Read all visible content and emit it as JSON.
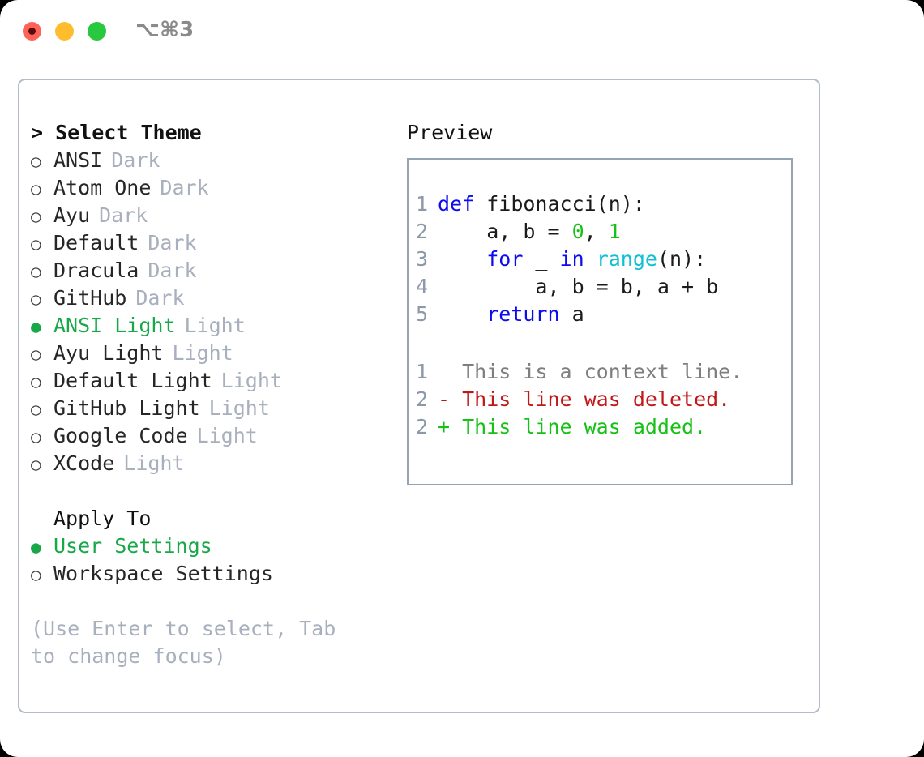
{
  "window": {
    "shortcut": "⌥⌘3",
    "traffic_lights": [
      {
        "name": "close",
        "color": "#ff6259"
      },
      {
        "name": "minimize",
        "color": "#ffbd2e"
      },
      {
        "name": "maximize",
        "color": "#28c840"
      }
    ]
  },
  "colors": {
    "accent_green": "#18a84a",
    "muted": "#a8b0bd",
    "border": "#b3bcc8",
    "preview_border": "#96a3b2",
    "keyword_blue": "#0b0bf0",
    "function_cyan": "#0fc0d6",
    "number_green": "#16c116",
    "diff_added": "#16c116",
    "diff_deleted": "#c01818",
    "diff_context": "#7e7e7e",
    "lineno": "#8d99a8"
  },
  "theme_panel": {
    "heading": "> Select Theme",
    "options": [
      {
        "marker": "○",
        "selected": false,
        "label": "ANSI",
        "badge": "Dark"
      },
      {
        "marker": "○",
        "selected": false,
        "label": "Atom One",
        "badge": "Dark"
      },
      {
        "marker": "○",
        "selected": false,
        "label": "Ayu",
        "badge": "Dark"
      },
      {
        "marker": "○",
        "selected": false,
        "label": "Default",
        "badge": "Dark"
      },
      {
        "marker": "○",
        "selected": false,
        "label": "Dracula",
        "badge": "Dark"
      },
      {
        "marker": "○",
        "selected": false,
        "label": "GitHub",
        "badge": "Dark"
      },
      {
        "marker": "●",
        "selected": true,
        "label": "ANSI Light",
        "badge": "Light"
      },
      {
        "marker": "○",
        "selected": false,
        "label": "Ayu Light",
        "badge": "Light"
      },
      {
        "marker": "○",
        "selected": false,
        "label": "Default Light",
        "badge": "Light"
      },
      {
        "marker": "○",
        "selected": false,
        "label": "GitHub Light",
        "badge": "Light"
      },
      {
        "marker": "○",
        "selected": false,
        "label": "Google Code",
        "badge": "Light"
      },
      {
        "marker": "○",
        "selected": false,
        "label": "XCode",
        "badge": "Light"
      }
    ]
  },
  "apply_to": {
    "heading": "Apply To",
    "options": [
      {
        "marker": "●",
        "selected": true,
        "label": "User Settings"
      },
      {
        "marker": "○",
        "selected": false,
        "label": "Workspace Settings"
      }
    ]
  },
  "help_text": "(Use Enter to select, Tab to change focus)",
  "preview": {
    "heading": "Preview",
    "code_lines": [
      {
        "number": "1",
        "tokens": [
          {
            "text": "def ",
            "kind": "kw"
          },
          {
            "text": "fibonacci(n):",
            "kind": "plain"
          }
        ]
      },
      {
        "number": "2",
        "tokens": [
          {
            "text": "    a, b = ",
            "kind": "plain"
          },
          {
            "text": "0",
            "kind": "num"
          },
          {
            "text": ", ",
            "kind": "plain"
          },
          {
            "text": "1",
            "kind": "num"
          }
        ]
      },
      {
        "number": "3",
        "tokens": [
          {
            "text": "    ",
            "kind": "plain"
          },
          {
            "text": "for",
            "kind": "kw"
          },
          {
            "text": " _ ",
            "kind": "plain"
          },
          {
            "text": "in",
            "kind": "kw"
          },
          {
            "text": " ",
            "kind": "plain"
          },
          {
            "text": "range",
            "kind": "fn"
          },
          {
            "text": "(n):",
            "kind": "plain"
          }
        ]
      },
      {
        "number": "4",
        "tokens": [
          {
            "text": "        a, b = b, a + b",
            "kind": "plain"
          }
        ]
      },
      {
        "number": "5",
        "tokens": [
          {
            "text": "    ",
            "kind": "plain"
          },
          {
            "text": "return",
            "kind": "kw"
          },
          {
            "text": " a",
            "kind": "plain"
          }
        ]
      }
    ],
    "diff_lines": [
      {
        "number": "1",
        "kind": "ctx",
        "text": "  This is a context line."
      },
      {
        "number": "2",
        "kind": "del",
        "text": "- This line was deleted."
      },
      {
        "number": "2",
        "kind": "add",
        "text": "+ This line was added."
      }
    ]
  }
}
